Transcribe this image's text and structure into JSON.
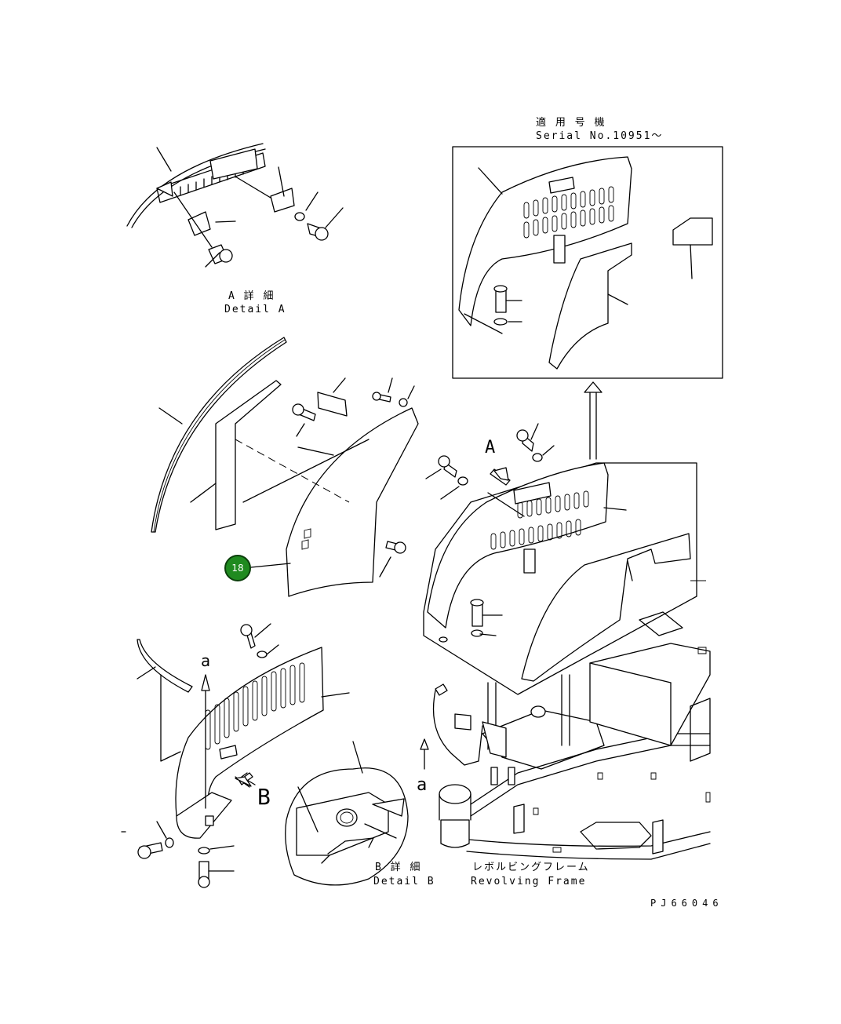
{
  "labels": {
    "serial_jp": "適 用 号 機",
    "serial_en": "Serial No.10951～",
    "detail_a_jp": "A 詳 細",
    "detail_a_en": "Detail A",
    "detail_b_jp": "B 詳 細",
    "detail_b_en": "Detail B",
    "frame_jp": "レボルビングフレーム",
    "frame_en": "Revolving Frame",
    "view_a_upper": "A",
    "view_b": "B",
    "arrow_a_lower_1": "a",
    "arrow_a_lower_2": "a",
    "drawing_no": "PJ66046",
    "callout": "18"
  },
  "colors": {
    "callout_fill": "#1f8a1f",
    "line": "#000000"
  },
  "icons": [
    "callout-circle",
    "direction-arrow"
  ]
}
